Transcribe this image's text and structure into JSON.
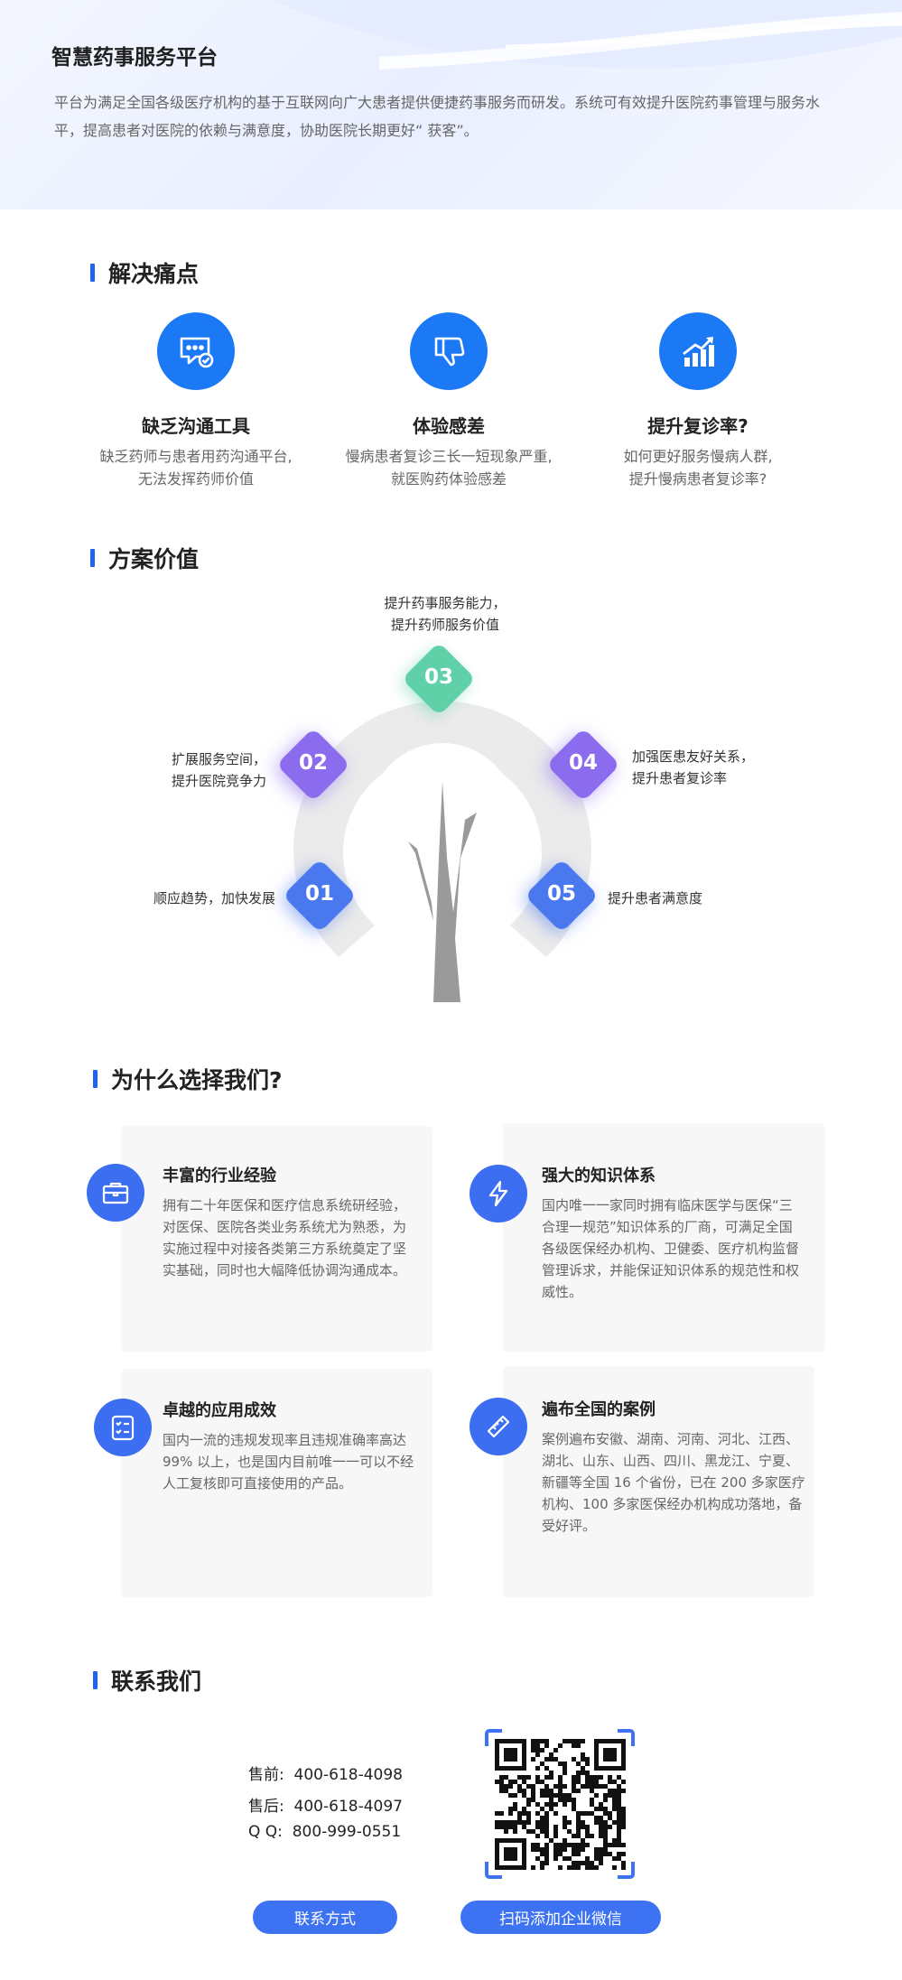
{
  "hero": {
    "title": "智慧药事服务平台",
    "desc": "平台为满足全国各级医疗机构的基于互联网向广大患者提供便捷药事服务而研发。系统可有效提升医院药事管理与服务水平，提高患者对医院的依赖与满意度，协助医院长期更好“ 获客”。"
  },
  "pain": {
    "title": "解决痛点",
    "items": [
      {
        "title": "缺乏沟通工具",
        "desc1": "缺乏药师与患者用药沟通平台,",
        "desc2": "无法发挥药师价值",
        "icon": "chat-check-icon"
      },
      {
        "title": "体验感差",
        "desc1": "慢病患者复诊三长一短现象严重,",
        "desc2": "就医购药体验感差",
        "icon": "thumbs-down-icon"
      },
      {
        "title": "提升复诊率?",
        "desc1": "如何更好服务慢病人群,",
        "desc2": "提升慢病患者复诊率?",
        "icon": "bar-chart-up-icon"
      }
    ]
  },
  "value": {
    "title": "方案价值",
    "items": [
      {
        "num": "01",
        "text1": "顺应趋势，加快发展",
        "text2": "",
        "color": "#4a78ee"
      },
      {
        "num": "02",
        "text1": "扩展服务空间，",
        "text2": "提升医院竞争力",
        "color": "#8b6cee"
      },
      {
        "num": "03",
        "text1": "提升药事服务能力，",
        "text2": "提升药师服务价值",
        "color": "#5fd0a8"
      },
      {
        "num": "04",
        "text1": "加强医患友好关系，",
        "text2": "提升患者复诊率",
        "color": "#8b6cee"
      },
      {
        "num": "05",
        "text1": "提升患者满意度",
        "text2": "",
        "color": "#4a78ee"
      }
    ]
  },
  "why": {
    "title": "为什么选择我们?",
    "cards": [
      {
        "title": "丰富的行业经验",
        "desc": "拥有二十年医保和医疗信息系统研经验，对医保、医院各类业务系统尤为熟悉，为实施过程中对接各类第三方系统奠定了坚实基础，同时也大幅降低协调沟通成本。",
        "icon": "briefcase-icon"
      },
      {
        "title": "强大的知识体系",
        "desc": "国内唯一一家同时拥有临床医学与医保“三合理一规范”知识体系的厂商，可满足全国各级医保经办机构、卫健委、医疗机构监督管理诉求，并能保证知识体系的规范性和权威性。",
        "icon": "lightning-icon"
      },
      {
        "title": "卓越的应用成效",
        "desc": "国内一流的违规发现率且违规准确率高达 99% 以上，也是国内目前唯一一可以不经人工复核即可直接使用的产品。",
        "icon": "checklist-icon"
      },
      {
        "title": "遍布全国的案例",
        "desc": "案例遍布安徽、湖南、河南、河北、江西、湖北、山东、山西、四川、黑龙江、宁夏、新疆等全国 16 个省份，已在 200 多家医疗机构、100 多家医保经办机构成功落地，备受好评。",
        "icon": "ruler-icon"
      }
    ]
  },
  "contact": {
    "title": "联系我们",
    "presale_label": "售前:",
    "presale": "400-618-4098",
    "aftersale_label": "售后:",
    "aftersale": "400-618-4097",
    "qq_label": "Q Q:",
    "qq": "800-999-0551",
    "btn_contact": "联系方式",
    "btn_wechat": "扫码添加企业微信"
  },
  "colors": {
    "accent": "#1f63f0",
    "icon_blue": "#1b79f5",
    "button": "#3d72f2"
  }
}
